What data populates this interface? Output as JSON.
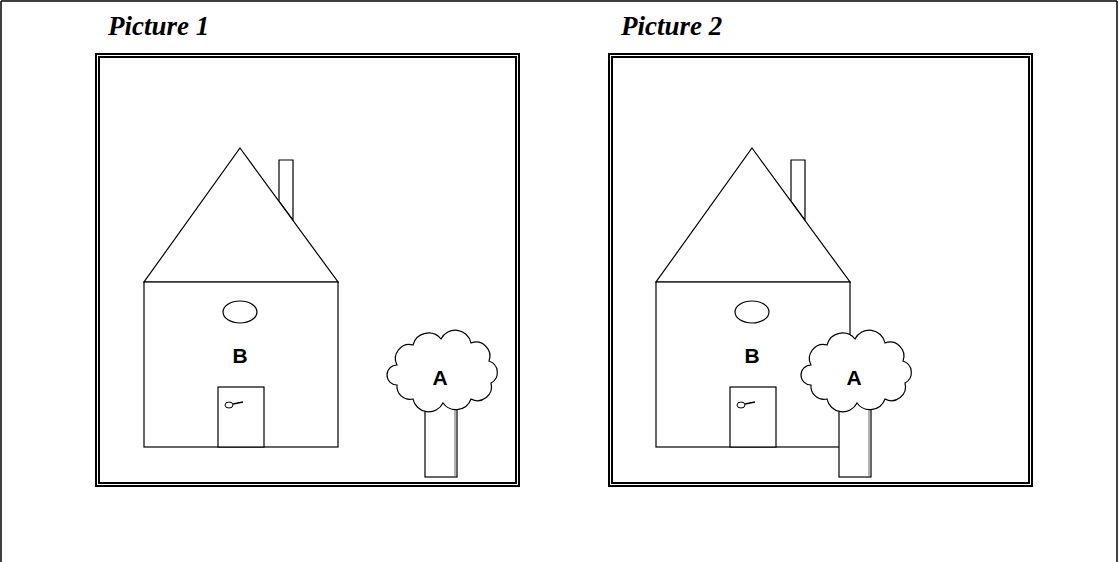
{
  "diagram": {
    "nodes": [
      {
        "text": [
          "Picture 1"
        ]
      },
      {
        "text": [
          "B"
        ],
        "in": 0
      },
      {
        "text": [
          "A"
        ],
        "in": 0
      },
      {
        "text": [
          "Picture 2"
        ]
      },
      {
        "text": [
          "B"
        ],
        "in": 3
      },
      {
        "text": [
          "A"
        ],
        "in": 3
      }
    ]
  }
}
